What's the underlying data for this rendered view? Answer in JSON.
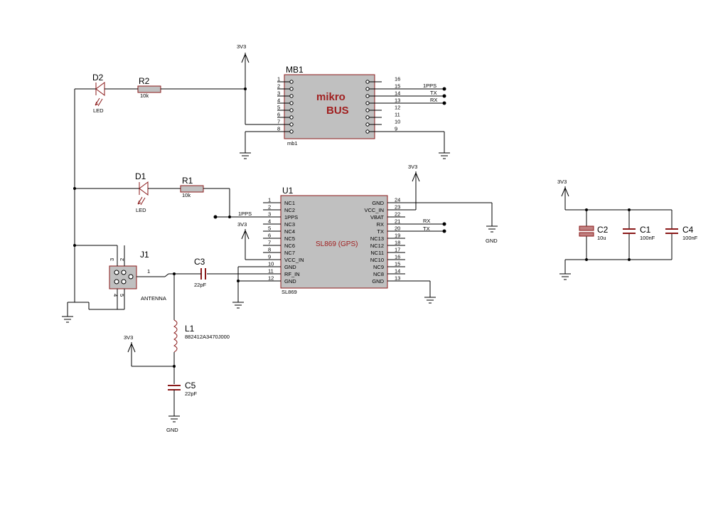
{
  "mb1": {
    "ref": "MB1",
    "sub": "mb1",
    "line1": "mikro",
    "line2": "BUS",
    "left_pins": [
      "1",
      "2",
      "3",
      "4",
      "5",
      "6",
      "7",
      "8"
    ],
    "right_pins": [
      "16",
      "15",
      "14",
      "13",
      "12",
      "11",
      "10",
      "9"
    ],
    "nets": [
      "1PPS",
      "TX",
      "RX"
    ]
  },
  "u1": {
    "ref": "U1",
    "sub": "SL869",
    "center": "SL869 (GPS)",
    "left_pins": [
      {
        "num": "1",
        "name": "NC1"
      },
      {
        "num": "2",
        "name": "NC2"
      },
      {
        "num": "3",
        "name": "1PPS"
      },
      {
        "num": "4",
        "name": "NC3"
      },
      {
        "num": "5",
        "name": "NC4"
      },
      {
        "num": "6",
        "name": "NC5"
      },
      {
        "num": "7",
        "name": "NC6"
      },
      {
        "num": "8",
        "name": "NC7"
      },
      {
        "num": "9",
        "name": "VCC_IN"
      },
      {
        "num": "10",
        "name": "GND"
      },
      {
        "num": "11",
        "name": "RF_IN"
      },
      {
        "num": "12",
        "name": "GND"
      }
    ],
    "right_pins": [
      {
        "num": "24",
        "name": "GND"
      },
      {
        "num": "23",
        "name": "VCC_IN"
      },
      {
        "num": "22",
        "name": "VBAT"
      },
      {
        "num": "21",
        "name": "RX"
      },
      {
        "num": "20",
        "name": "TX"
      },
      {
        "num": "19",
        "name": "NC13"
      },
      {
        "num": "18",
        "name": "NC12"
      },
      {
        "num": "17",
        "name": "NC11"
      },
      {
        "num": "16",
        "name": "NC10"
      },
      {
        "num": "15",
        "name": "NC9"
      },
      {
        "num": "14",
        "name": "NC8"
      },
      {
        "num": "13",
        "name": "GND"
      }
    ],
    "nets": {
      "pps": "1PPS",
      "rx": "RX",
      "tx": "TX"
    }
  },
  "power": {
    "v": "3V3",
    "gnd": "GND"
  },
  "d2": {
    "ref": "D2",
    "val": "LED"
  },
  "d1": {
    "ref": "D1",
    "val": "LED"
  },
  "r2": {
    "ref": "R2",
    "val": "10k"
  },
  "r1": {
    "ref": "R1",
    "val": "10k"
  },
  "j1": {
    "ref": "J1",
    "val": "ANTENNA",
    "p1": "1",
    "p2": "2",
    "p3": "3",
    "p4": "4",
    "p5": "5"
  },
  "c3": {
    "ref": "C3",
    "val": "22pF"
  },
  "l1": {
    "ref": "L1",
    "val": "882412A3470J000"
  },
  "c5": {
    "ref": "C5",
    "val": "22pF"
  },
  "c2": {
    "ref": "C2",
    "val": "10u"
  },
  "c1": {
    "ref": "C1",
    "val": "100nF"
  },
  "c4": {
    "ref": "C4",
    "val": "100nF"
  }
}
